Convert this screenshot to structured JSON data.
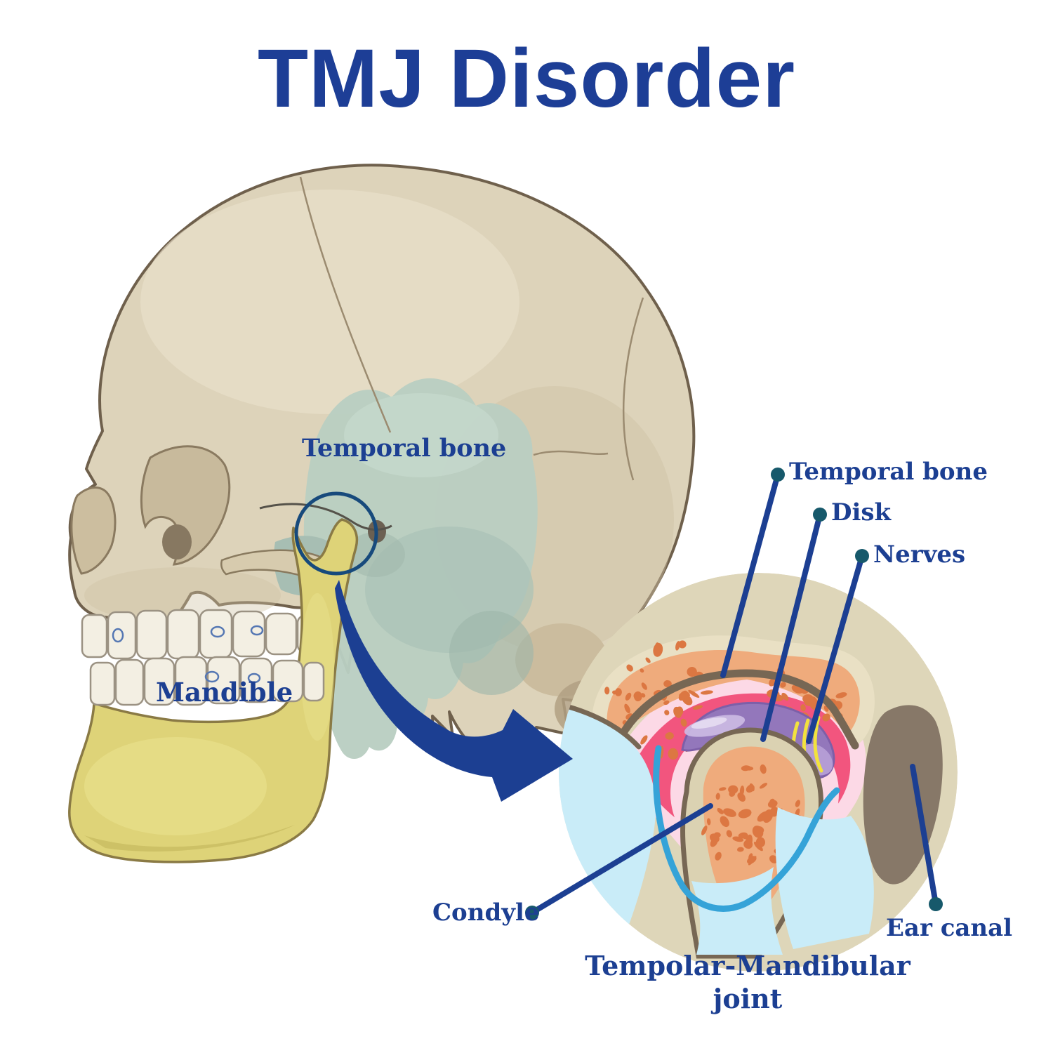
{
  "title": "TMJ Disorder",
  "skull": {
    "temporal_bone_label": "Temporal bone",
    "mandible_label": "Mandible"
  },
  "inset": {
    "labels": {
      "temporal_bone": "Temporal bone",
      "disk": "Disk",
      "nerves": "Nerves",
      "condyle": "Condyle",
      "ear_canal": "Ear canal"
    },
    "caption_line1": "Tempolar-Mandibular",
    "caption_line2": "joint"
  },
  "colors": {
    "title_navy": "#1d3e96",
    "label_navy": "#1c3f92",
    "leader_dot_teal": "#17596b",
    "skull_beige": "#ddd3ba",
    "skull_outline_brown": "#6f604c",
    "temporal_region_sage": "#b9cec2",
    "mandible_yellow": "#ded378",
    "inset_background": "#ded6b9",
    "spongy_bone_salmon": "#efab7c",
    "spongy_dots_orange": "#dc7742",
    "capsule_pink": "#fcd9e6",
    "synovial_magenta": "#f2557e",
    "disk_purple": "#9377bb",
    "nerves_yellow": "#f2e23e",
    "capsule_line_blue": "#35a3d8",
    "soft_tissue_light_blue": "#c9ecf8",
    "ear_canal_gray": "#877868",
    "fossa_outline_taupe": "#776754"
  }
}
